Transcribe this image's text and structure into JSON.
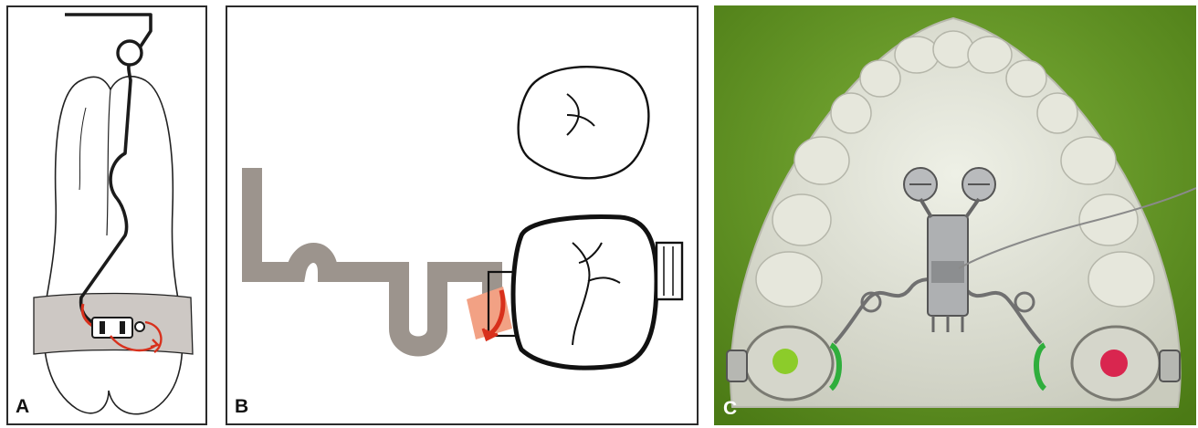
{
  "figure": {
    "panels": [
      {
        "letter": "A",
        "depicts": "tooth-with-wire-and-band"
      },
      {
        "letter": "B",
        "depicts": "wire-loop-and-banded-molar"
      },
      {
        "letter": "C",
        "depicts": "dental-cast-with-expander-appliance"
      }
    ]
  },
  "colors": {
    "band_gray": "#cdc8c4",
    "wire_taupe": "#9c948d",
    "arrow_red": "#d8301c",
    "highlight_salmon": "#f2a184",
    "photo_background_green": "#5c8f1d",
    "plaster_cast": "#dedfd2",
    "marker_green": "#8ccc2a",
    "marker_red": "#d9264f",
    "elastic_green": "#2fae3c"
  }
}
